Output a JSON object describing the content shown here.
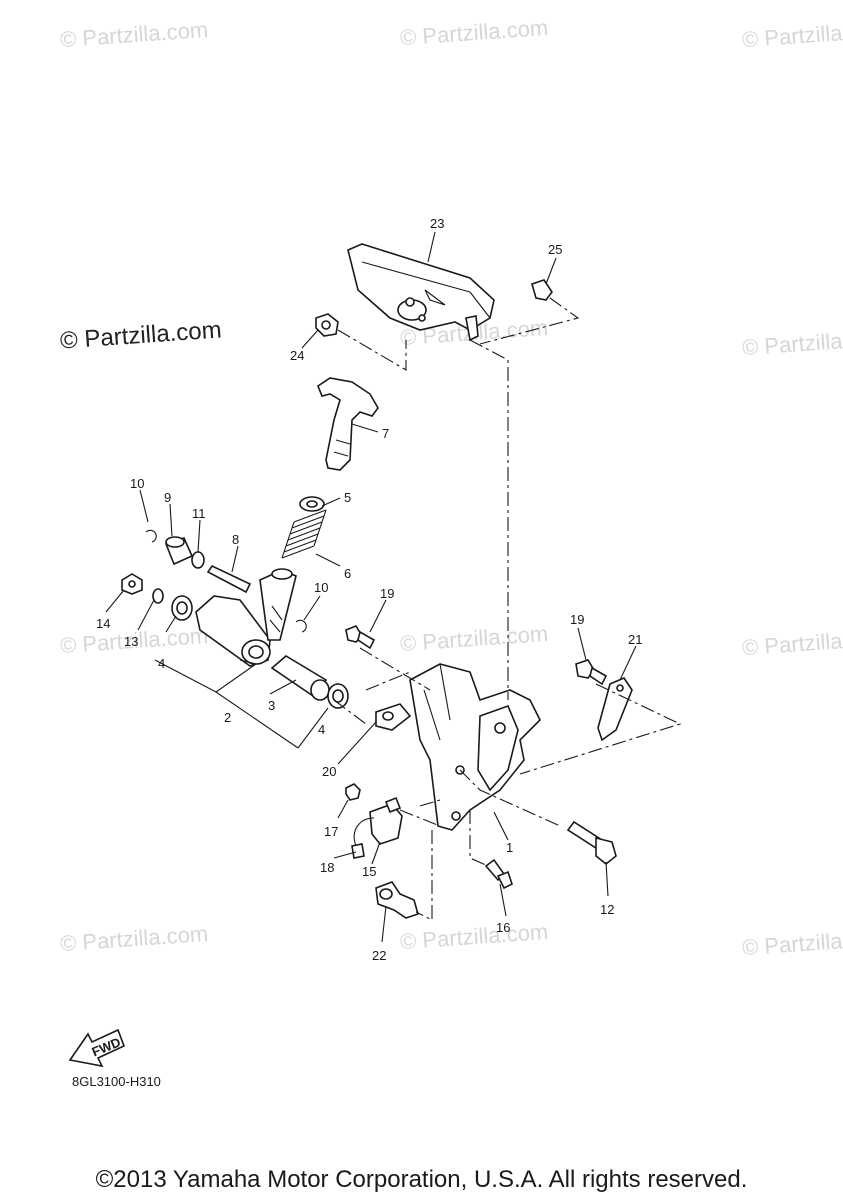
{
  "watermarks": {
    "faint": "© Partzilla.com",
    "prominent": "© Partzilla.com"
  },
  "diagram": {
    "callouts": [
      "1",
      "2",
      "3",
      "4",
      "4",
      "5",
      "6",
      "7",
      "8",
      "9",
      "10",
      "10",
      "11",
      "12",
      "13",
      "14",
      "15",
      "16",
      "17",
      "18",
      "19",
      "19",
      "20",
      "21",
      "22",
      "23",
      "24",
      "25"
    ],
    "fwd_label": "FWD",
    "drawing_code": "8GL3100-H310"
  },
  "footer": {
    "copyright": "©2013 Yamaha Motor Corporation, U.S.A. All rights reserved."
  }
}
